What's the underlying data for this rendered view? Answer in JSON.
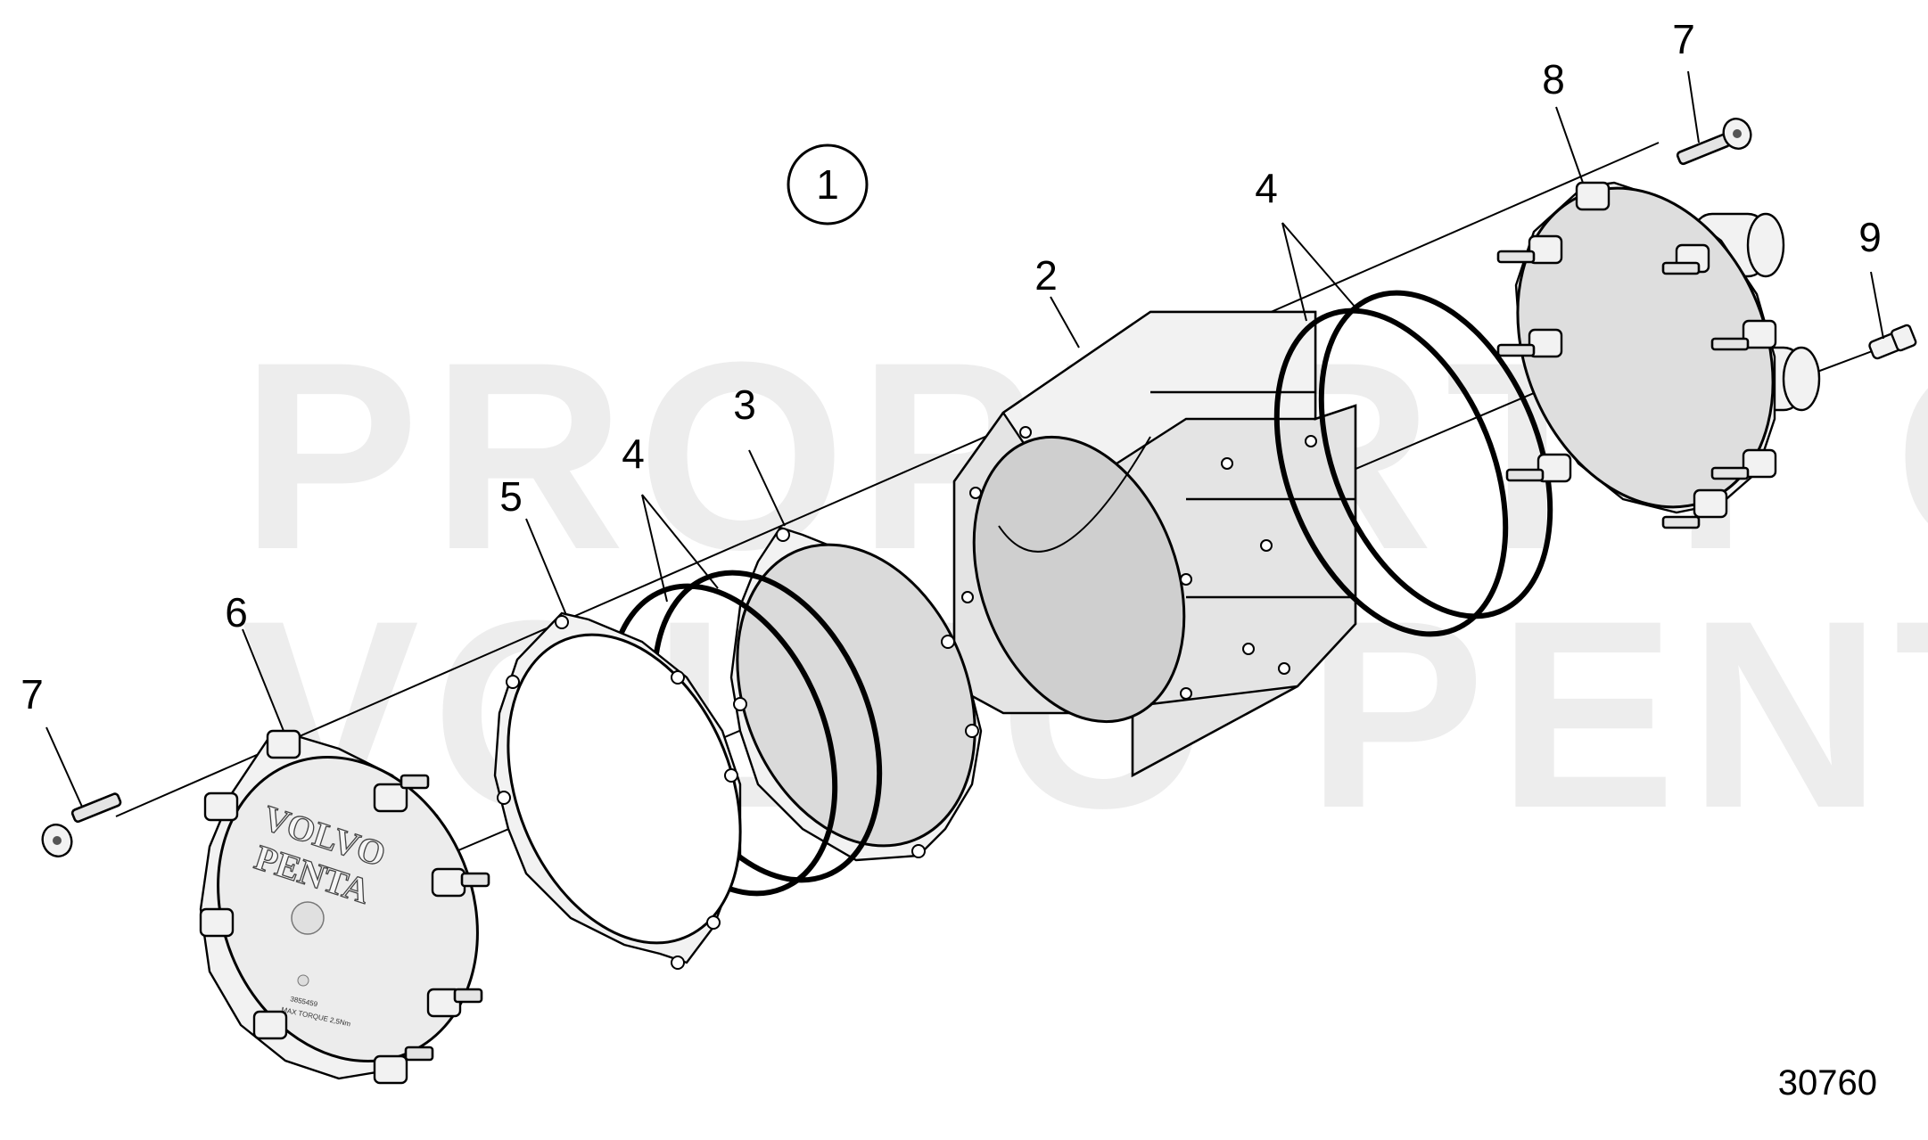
{
  "watermark": {
    "line1": "PROPERTY OF",
    "line2": "VOLVO PENTA"
  },
  "figure_number": "30760",
  "circled_label": "1",
  "cover_logo": {
    "line1": "VOLVO",
    "line2": "PENTA"
  },
  "callouts": {
    "c2": "2",
    "c3": "3",
    "c4_left": "4",
    "c4_right": "4",
    "c5": "5",
    "c6": "6",
    "c7_left": "7",
    "c7_right": "7",
    "c8": "8",
    "c9": "9"
  },
  "parts": [
    {
      "id": "1",
      "name": "assembly"
    },
    {
      "id": "2",
      "name": "housing"
    },
    {
      "id": "3",
      "name": "gasket-plate"
    },
    {
      "id": "4",
      "name": "o-ring"
    },
    {
      "id": "5",
      "name": "flange-ring"
    },
    {
      "id": "6",
      "name": "end-cover"
    },
    {
      "id": "7",
      "name": "screw"
    },
    {
      "id": "8",
      "name": "end-cover-with-connectors"
    },
    {
      "id": "9",
      "name": "nipple"
    }
  ]
}
